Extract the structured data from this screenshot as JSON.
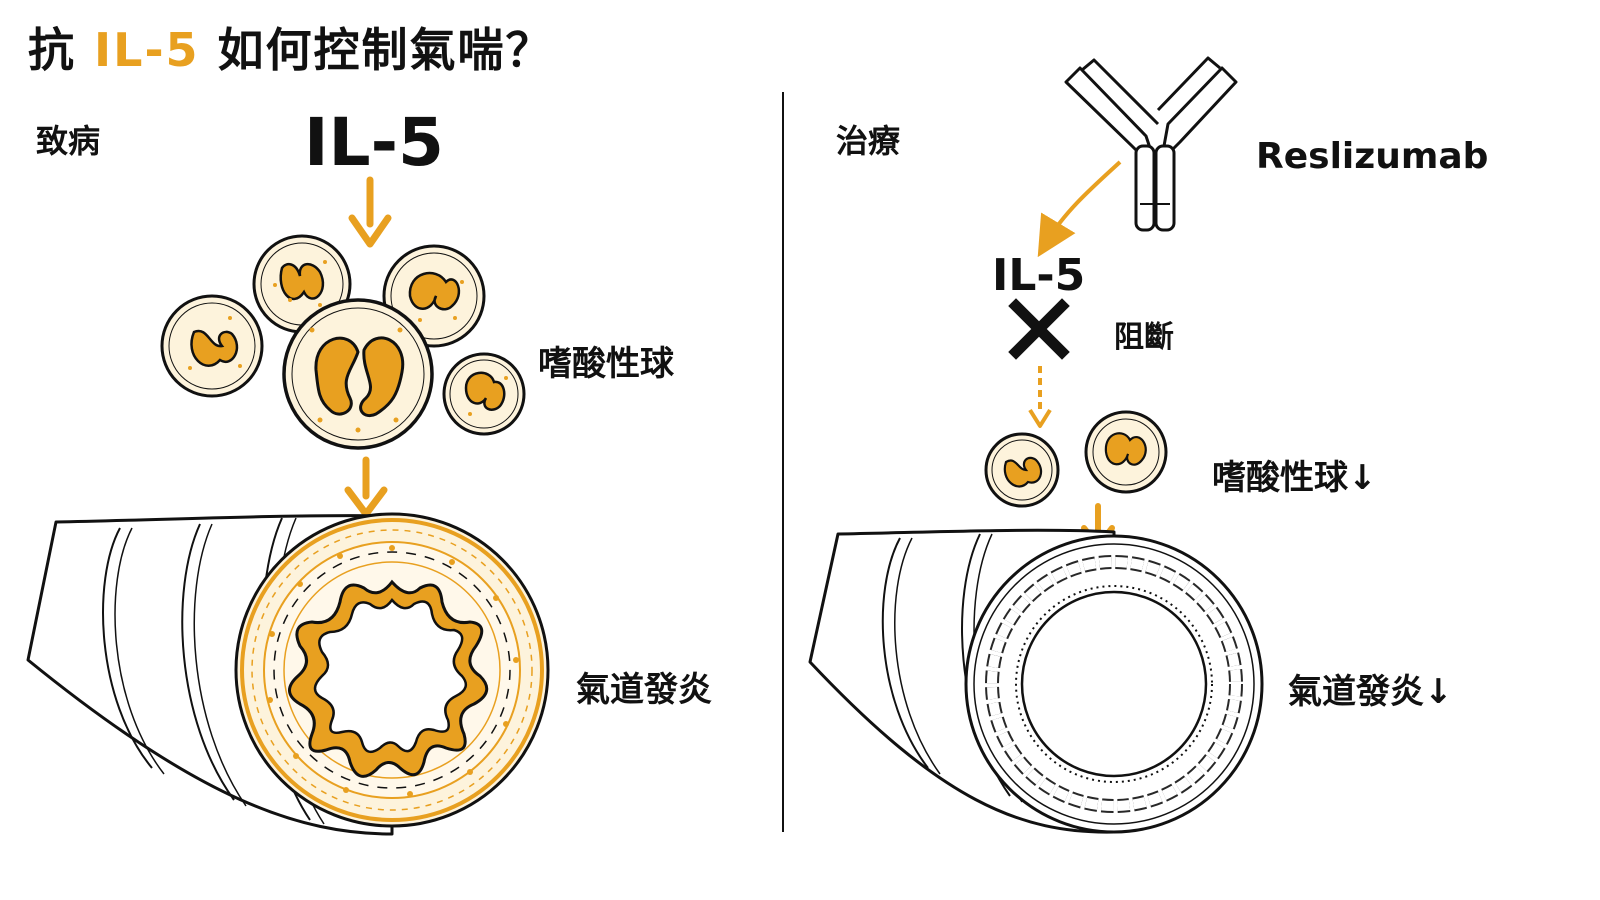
{
  "title": {
    "prefix": "抗 ",
    "highlight": "IL-5",
    "suffix": " 如何控制氣喘？"
  },
  "left": {
    "section": "致病",
    "cytokine": "IL-5",
    "cells": "嗜酸性球",
    "airway": "氣道發炎"
  },
  "right": {
    "section": "治療",
    "antibody": "Reslizumab",
    "cytokine": "IL-5",
    "block": "阻斷",
    "cells": "嗜酸性球↓",
    "airway": "氣道發炎↓"
  },
  "colors": {
    "accent": "#e8a020",
    "cell_fill": "#fdf3dc",
    "line": "#111111"
  }
}
